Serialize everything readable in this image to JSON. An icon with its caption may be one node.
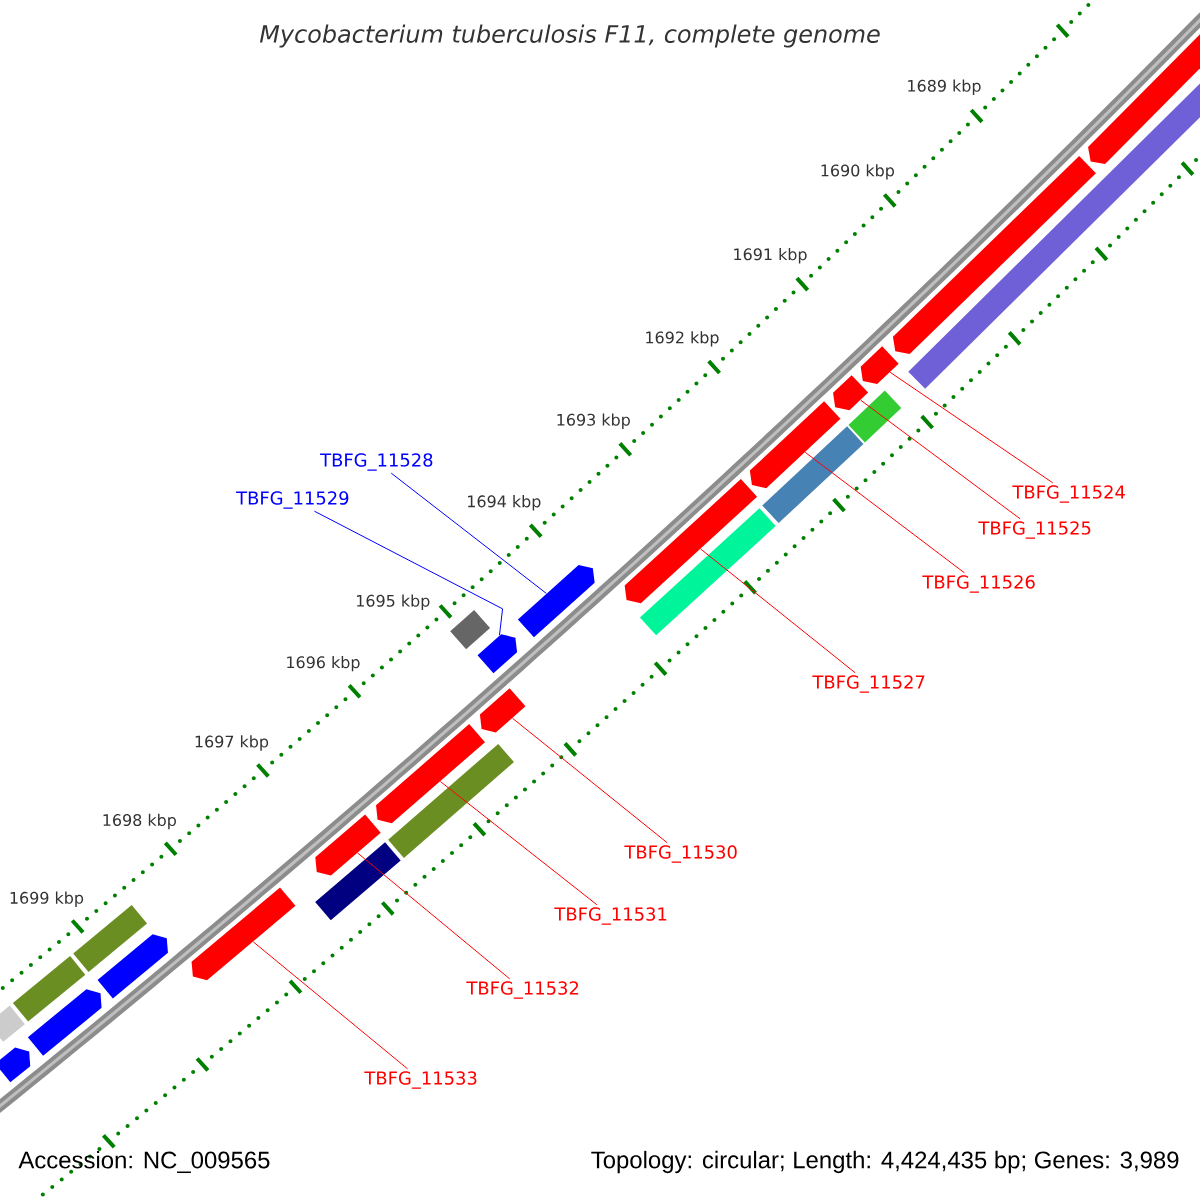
{
  "diagram": {
    "title": "Mycobacterium tuberculosis F11, complete genome",
    "nodes": [
      {
        "text": [
          "TBFG_11524"
        ]
      },
      {
        "text": [
          "TBFG_11525"
        ]
      },
      {
        "text": [
          "TBFG_11526"
        ]
      },
      {
        "text": [
          "TBFG_11527"
        ]
      },
      {
        "text": [
          "TBFG_11528"
        ]
      },
      {
        "text": [
          "TBFG_11529"
        ]
      },
      {
        "text": [
          "TBFG_11530"
        ]
      },
      {
        "text": [
          "TBFG_11531"
        ]
      },
      {
        "text": [
          "TBFG_11532"
        ]
      },
      {
        "text": [
          "TBFG_11533"
        ]
      },
      {
        "text": [],
        "shape": "arrow"
      },
      {
        "text": [],
        "shape": "arrow"
      },
      {
        "text": [],
        "shape": "arrow"
      },
      {
        "text": [],
        "shape": "arrow"
      },
      {
        "text": [],
        "shape": "arrow"
      },
      {
        "text": [],
        "shape": "arrow"
      },
      {
        "text": [],
        "shape": "arrow"
      },
      {
        "text": [],
        "shape": "arrow"
      },
      {
        "text": [],
        "shape": "arrow"
      },
      {
        "text": [],
        "shape": "arrow"
      },
      {
        "text": [],
        "shape": "arrow"
      },
      {
        "text": [],
        "shape": "arrow"
      },
      {
        "text": [],
        "shape": "bar"
      },
      {
        "text": [],
        "shape": "bar"
      },
      {
        "text": [],
        "shape": "bar"
      },
      {
        "text": [],
        "shape": "bar"
      },
      {
        "text": [],
        "shape": "bar"
      },
      {
        "text": [],
        "shape": "bar"
      },
      {
        "text": [],
        "shape": "bar"
      },
      {
        "text": [],
        "shape": "bar"
      },
      {
        "text": [],
        "shape": "bar"
      },
      {
        "text": [],
        "shape": "bar"
      },
      {
        "text": [],
        "shape": "arrow"
      },
      {
        "text": [],
        "shape": "arrow"
      },
      {
        "text": [],
        "shape": "arrow"
      }
    ],
    "edges": [
      {
        "from": 0,
        "to": 10,
        "arrow": "none"
      },
      {
        "from": 1,
        "to": 11,
        "arrow": "none"
      },
      {
        "from": 2,
        "to": 12,
        "arrow": "none"
      },
      {
        "from": 3,
        "to": 13,
        "arrow": "none"
      },
      {
        "from": 4,
        "to": 14,
        "arrow": "none",
        "color": "#0000ff"
      },
      {
        "from": 5,
        "to": 15,
        "arrow": "none",
        "color": "#0000ff"
      },
      {
        "from": 6,
        "to": 16,
        "arrow": "none"
      },
      {
        "from": 7,
        "to": 17,
        "arrow": "none"
      },
      {
        "from": 8,
        "to": 18,
        "arrow": "none"
      },
      {
        "from": 9,
        "to": 19,
        "arrow": "none"
      }
    ],
    "labels": [
      "1689 kbp",
      "1690 kbp",
      "1691 kbp",
      "1692 kbp",
      "1693 kbp",
      "1694 kbp",
      "1695 kbp",
      "1696 kbp",
      "1697 kbp",
      "1698 kbp",
      "1699 kbp",
      "Accession: NC_009565",
      "Topology: circular; Length: 4,424,435 bp; Genes: 3,989"
    ]
  }
}
